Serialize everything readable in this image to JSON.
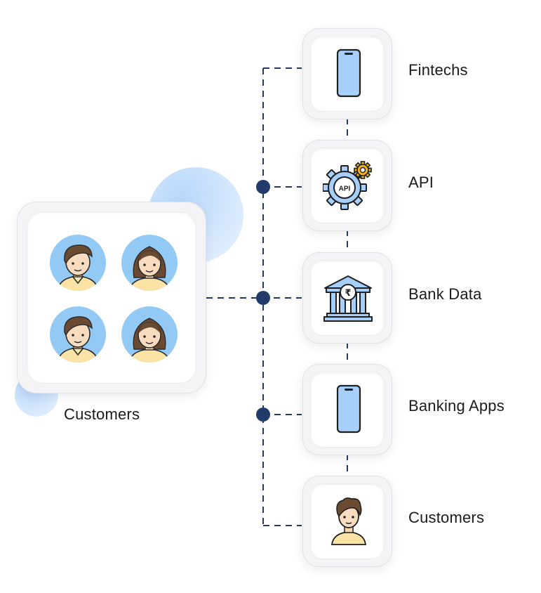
{
  "source": {
    "label": "Customers"
  },
  "nodes": [
    {
      "label": "Fintechs",
      "icon": "smartphone-icon"
    },
    {
      "label": "API",
      "icon": "api-gear-icon"
    },
    {
      "label": "Bank Data",
      "icon": "bank-rupee-icon"
    },
    {
      "label": "Banking Apps",
      "icon": "smartphone-icon"
    },
    {
      "label": "Customers",
      "icon": "customer-avatar-icon"
    }
  ],
  "colors": {
    "connector": "#233b6b",
    "avatar_bg": "#93c9f5",
    "phone_fill": "#a6d0fb",
    "accent_gold": "#f2b019"
  }
}
